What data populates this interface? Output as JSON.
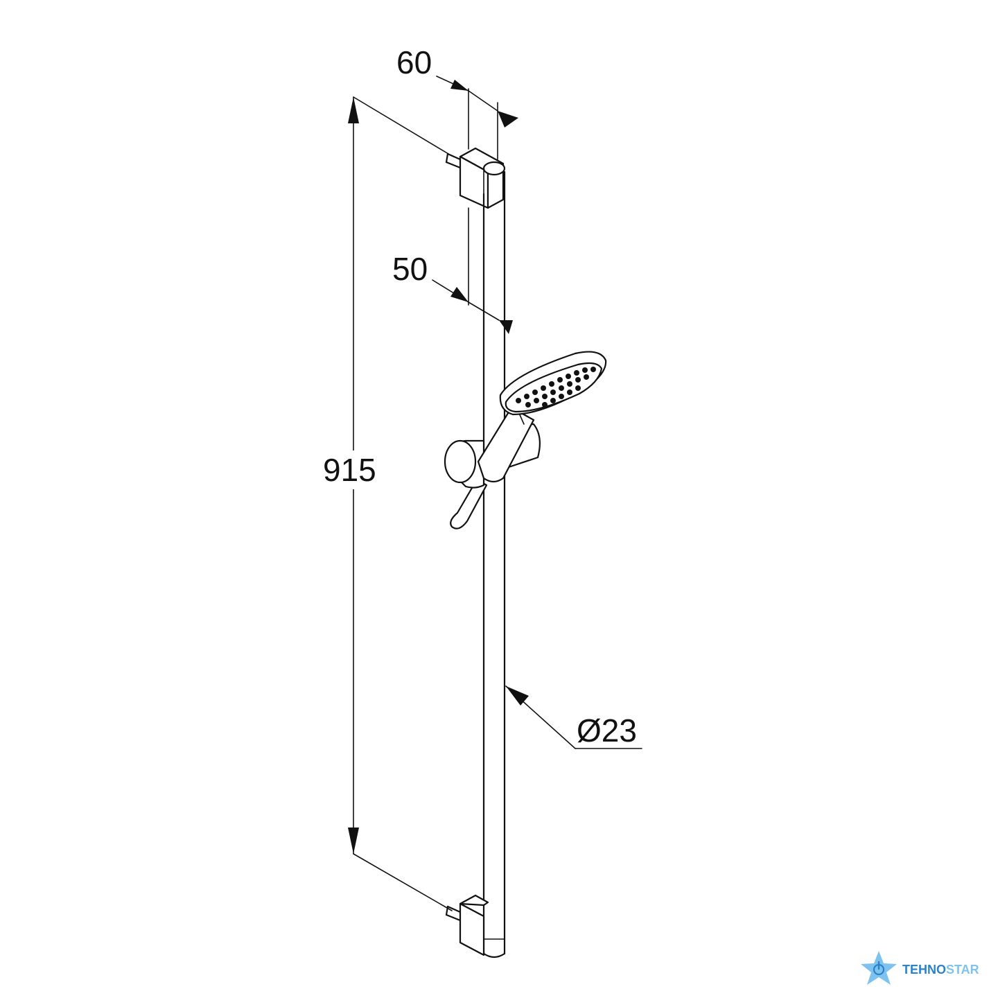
{
  "dimensions": {
    "bracket_depth": "60",
    "rail_offset": "50",
    "rail_length": "915",
    "rail_diameter": "Ø23"
  },
  "watermark": {
    "brand_part1": "TEHNO",
    "brand_part2": "STAR",
    "color_primary": "#2b82c9",
    "color_secondary": "#7ec3ef",
    "icon": "star-power-icon"
  }
}
